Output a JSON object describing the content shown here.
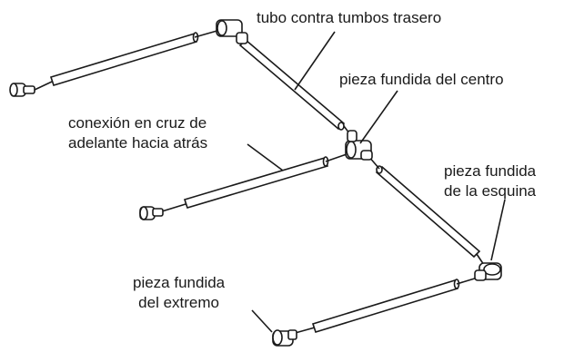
{
  "labels": {
    "rear_anti_tip_tube": "tubo contra tumbos trasero",
    "center_casting": "pieza fundida del centro",
    "front_to_back_cross_line1": "conexión en cruz de",
    "front_to_back_cross_line2": "adelante hacia atrás",
    "corner_casting_line1": "pieza fundida",
    "corner_casting_line2": "de la esquina",
    "end_casting_line1": "pieza fundida",
    "end_casting_line2": "del extremo"
  },
  "colors": {
    "ink": "#1a1a1a",
    "background": "#ffffff"
  }
}
